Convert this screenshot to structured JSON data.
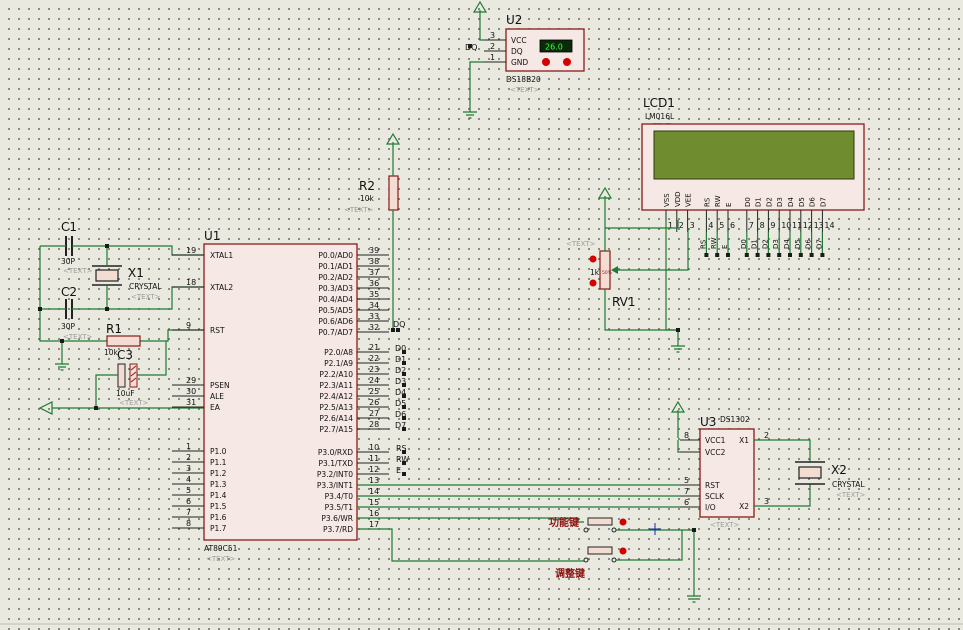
{
  "u2": {
    "ref": "U2",
    "model": "DS18B20",
    "display": "26.0",
    "text": "<TEXT>",
    "pins": [
      {
        "num": "3",
        "name": "VCC"
      },
      {
        "num": "2",
        "name": "DQ"
      },
      {
        "num": "1",
        "name": "GND"
      }
    ],
    "net_dq": "DQ"
  },
  "lcd": {
    "ref": "LCD1",
    "model": "LM016L",
    "text": "<TEXT>",
    "pins": [
      "VSS",
      "VDD",
      "VEE",
      "RS",
      "RW",
      "E",
      "D0",
      "D1",
      "D2",
      "D3",
      "D4",
      "D5",
      "D6",
      "D7"
    ],
    "pin_nums": [
      "1",
      "2",
      "3",
      "4",
      "5",
      "6",
      "7",
      "8",
      "9",
      "10",
      "11",
      "12",
      "13",
      "14"
    ],
    "nets": [
      "RS",
      "RW",
      "E",
      "D0",
      "D1",
      "D2",
      "D3",
      "D4",
      "D5",
      "D6",
      "D7"
    ]
  },
  "u1": {
    "ref": "U1",
    "model": "AT89C51",
    "text": "<TEXT>",
    "left_pins": [
      {
        "num": "19",
        "name": "XTAL1"
      },
      {
        "num": "18",
        "name": "XTAL2"
      },
      {
        "num": "9",
        "name": "RST"
      },
      {
        "num": "29",
        "name": "PSEN"
      },
      {
        "num": "30",
        "name": "ALE"
      },
      {
        "num": "31",
        "name": "EA"
      },
      {
        "num": "1",
        "name": "P1.0"
      },
      {
        "num": "2",
        "name": "P1.1"
      },
      {
        "num": "3",
        "name": "P1.2"
      },
      {
        "num": "4",
        "name": "P1.3"
      },
      {
        "num": "5",
        "name": "P1.4"
      },
      {
        "num": "6",
        "name": "P1.5"
      },
      {
        "num": "7",
        "name": "P1.6"
      },
      {
        "num": "8",
        "name": "P1.7"
      }
    ],
    "right_pins": [
      {
        "num": "39",
        "name": "P0.0/AD0"
      },
      {
        "num": "38",
        "name": "P0.1/AD1"
      },
      {
        "num": "37",
        "name": "P0.2/AD2"
      },
      {
        "num": "36",
        "name": "P0.3/AD3"
      },
      {
        "num": "35",
        "name": "P0.4/AD4"
      },
      {
        "num": "34",
        "name": "P0.5/AD5"
      },
      {
        "num": "33",
        "name": "P0.6/AD6"
      },
      {
        "num": "32",
        "name": "P0.7/AD7"
      },
      {
        "num": "21",
        "name": "P2.0/A8"
      },
      {
        "num": "22",
        "name": "P2.1/A9"
      },
      {
        "num": "23",
        "name": "P2.2/A10"
      },
      {
        "num": "24",
        "name": "P2.3/A11"
      },
      {
        "num": "25",
        "name": "P2.4/A12"
      },
      {
        "num": "26",
        "name": "P2.5/A13"
      },
      {
        "num": "27",
        "name": "P2.6/A14"
      },
      {
        "num": "28",
        "name": "P2.7/A15"
      },
      {
        "num": "10",
        "name": "P3.0/RXD"
      },
      {
        "num": "11",
        "name": "P3.1/TXD"
      },
      {
        "num": "12",
        "name": "P3.2/INT0"
      },
      {
        "num": "13",
        "name": "P3.3/INT1"
      },
      {
        "num": "14",
        "name": "P3.4/T0"
      },
      {
        "num": "15",
        "name": "P3.5/T1"
      },
      {
        "num": "16",
        "name": "P3.6/WR"
      },
      {
        "num": "17",
        "name": "P3.7/RD"
      }
    ],
    "nets_p0": "DQ",
    "nets_p2": [
      "D0",
      "D1",
      "D2",
      "D3",
      "D4",
      "D5",
      "D6",
      "D7"
    ],
    "nets_p3": [
      "RS",
      "RW",
      "E"
    ]
  },
  "u3": {
    "ref": "U3",
    "model": "DS1302",
    "text": "<TEXT>",
    "left_pins": [
      {
        "num": "8",
        "name": "VCC1"
      },
      {
        "num": "",
        "name": "VCC2"
      },
      {
        "num": "5",
        "name": "RST"
      },
      {
        "num": "7",
        "name": "SCLK"
      },
      {
        "num": "6",
        "name": "I/O"
      }
    ],
    "right_pins": [
      {
        "num": "2",
        "name": "X1"
      },
      {
        "num": "3",
        "name": "X2"
      }
    ]
  },
  "c1": {
    "ref": "C1",
    "value": "30P",
    "text": "<TEXT>"
  },
  "c2": {
    "ref": "C2",
    "value": "30P",
    "text": "<TEXT>"
  },
  "c3": {
    "ref": "C3",
    "value": "10uF",
    "text": "<TEXT>"
  },
  "x1": {
    "ref": "X1",
    "value": "CRYSTAL",
    "text": "<TEXT>"
  },
  "x2": {
    "ref": "X2",
    "value": "CRYSTAL",
    "text": "<TEXT>"
  },
  "r1": {
    "ref": "R1",
    "value": "10k",
    "text": "<TEXT>"
  },
  "r2": {
    "ref": "R2",
    "value": "10k",
    "text": "<TEXT>"
  },
  "rv1": {
    "ref": "RV1",
    "value": "1k",
    "text": "<TEXT>",
    "wiper_pct": "50%"
  },
  "buttons": [
    {
      "label": "功能键"
    },
    {
      "label": "调整键"
    }
  ]
}
